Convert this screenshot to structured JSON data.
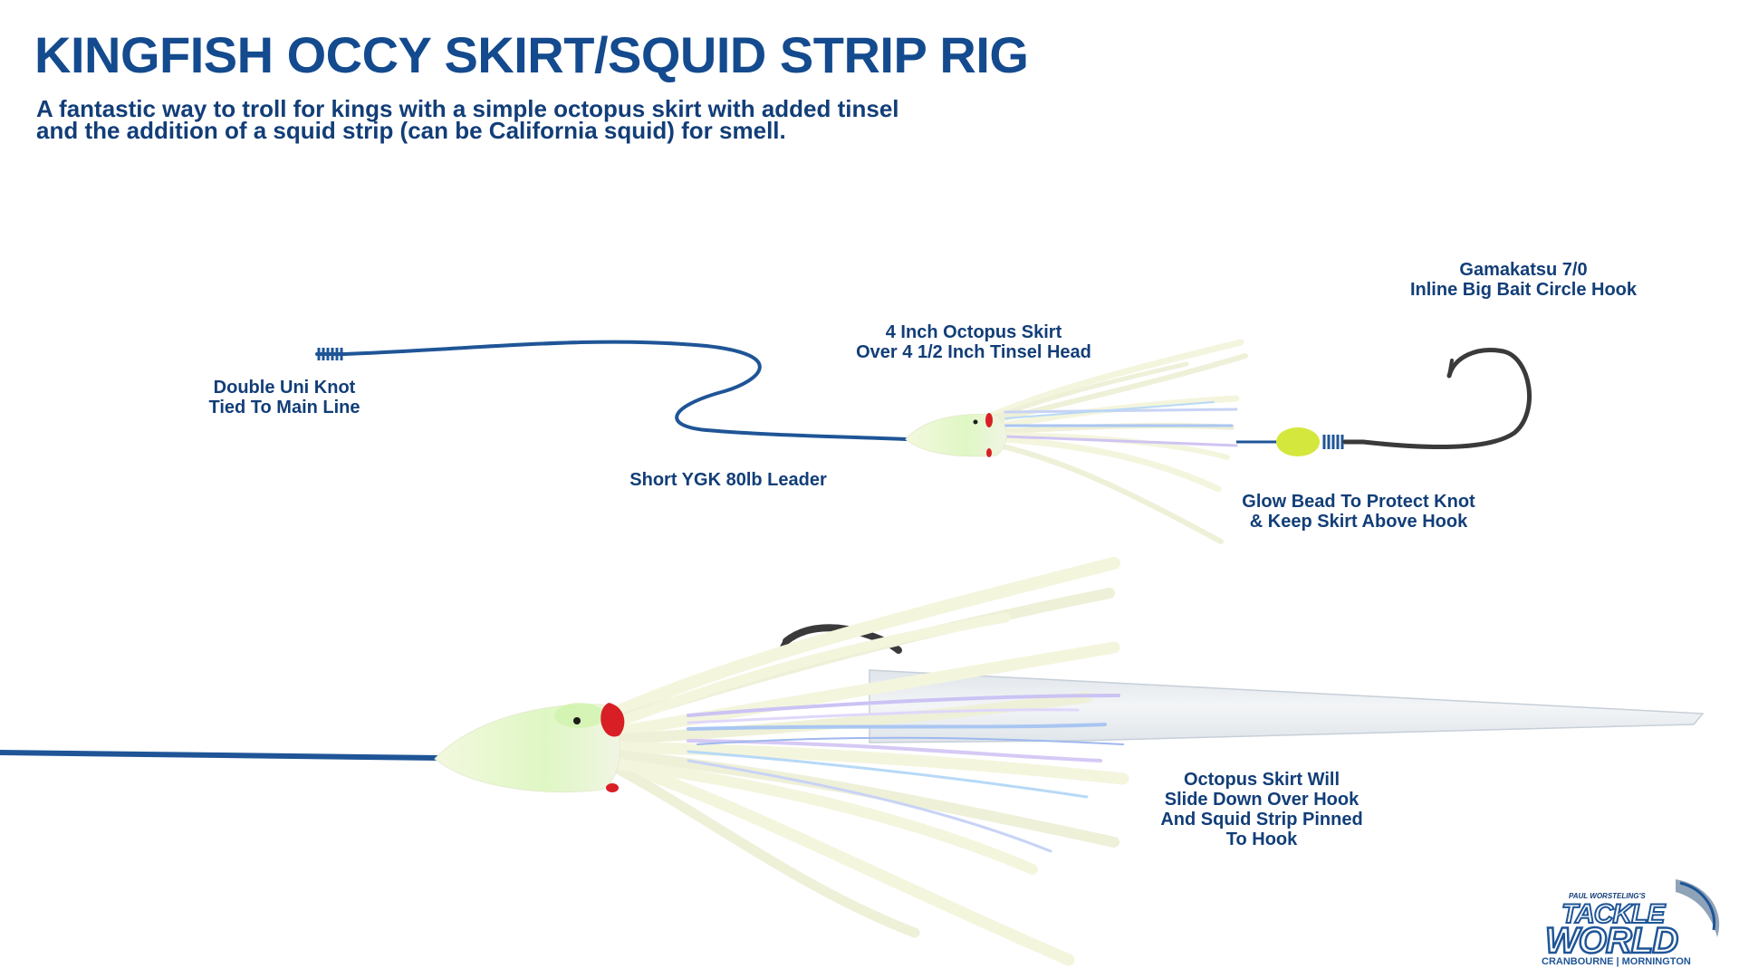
{
  "title": "KINGFISH OCCY SKIRT/SQUID STRIP RIG",
  "subtitle": {
    "line1": "A fantastic way to troll for kings with a simple octopus skirt with added tinsel",
    "line2": "and the addition of a squid strip (can be California squid) for smell."
  },
  "labels": {
    "uni_knot": [
      "Double Uni Knot",
      "Tied To Main Line"
    ],
    "leader": [
      "Short YGK 80lb Leader"
    ],
    "skirt": [
      "4 Inch Octopus Skirt",
      "Over 4 1/2 Inch Tinsel Head"
    ],
    "hook": [
      "Gamakatsu 7/0",
      "Inline Big Bait Circle Hook"
    ],
    "bead": [
      "Glow Bead To Protect Knot",
      "& Keep Skirt Above Hook"
    ],
    "slide": [
      "Octopus Skirt Will",
      "Slide Down Over Hook",
      "And Squid Strip Pinned",
      "To Hook"
    ]
  },
  "logo": {
    "tagline": "PAUL WORSTELING'S",
    "brand_top": "TACKLE",
    "brand_bottom": "WORLD",
    "locations": "CRANBOURNE | MORNINGTON"
  },
  "colors": {
    "line": "#1f5597",
    "skirt": "#f5f6df",
    "head_glow": "#dff7c4",
    "eye": "#d81f26",
    "bead": "#d4e73c",
    "hook": "#3a3a3a",
    "tinsel": "#b9c8f2",
    "squid_strip": "#e8edf2"
  }
}
